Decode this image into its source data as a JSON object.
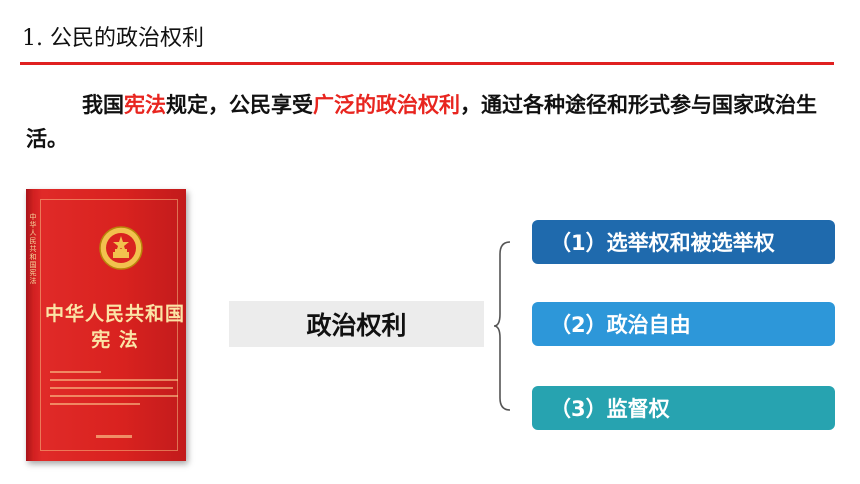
{
  "header": {
    "title": "1.  公民的政治权利"
  },
  "intro": {
    "part1": "我国",
    "highlight1": "宪法",
    "part2": "规定，公民享受",
    "highlight2": "广泛的政治权利",
    "part3": "，通过各种途径和形式参与国家政治生活。"
  },
  "book": {
    "title_line1": "中华人民共和国",
    "title_line2": "宪 法",
    "side_text": "中华人民共和国宪法"
  },
  "diagram": {
    "concept": "政治权利",
    "items": [
      "（1）选举权和被选举权",
      "（2）政治自由",
      "（3）监督权"
    ]
  },
  "colors": {
    "accent_red": "#e8251f",
    "box1": "#1f6aad",
    "box2": "#2d97d9",
    "box3": "#27a3b0"
  }
}
